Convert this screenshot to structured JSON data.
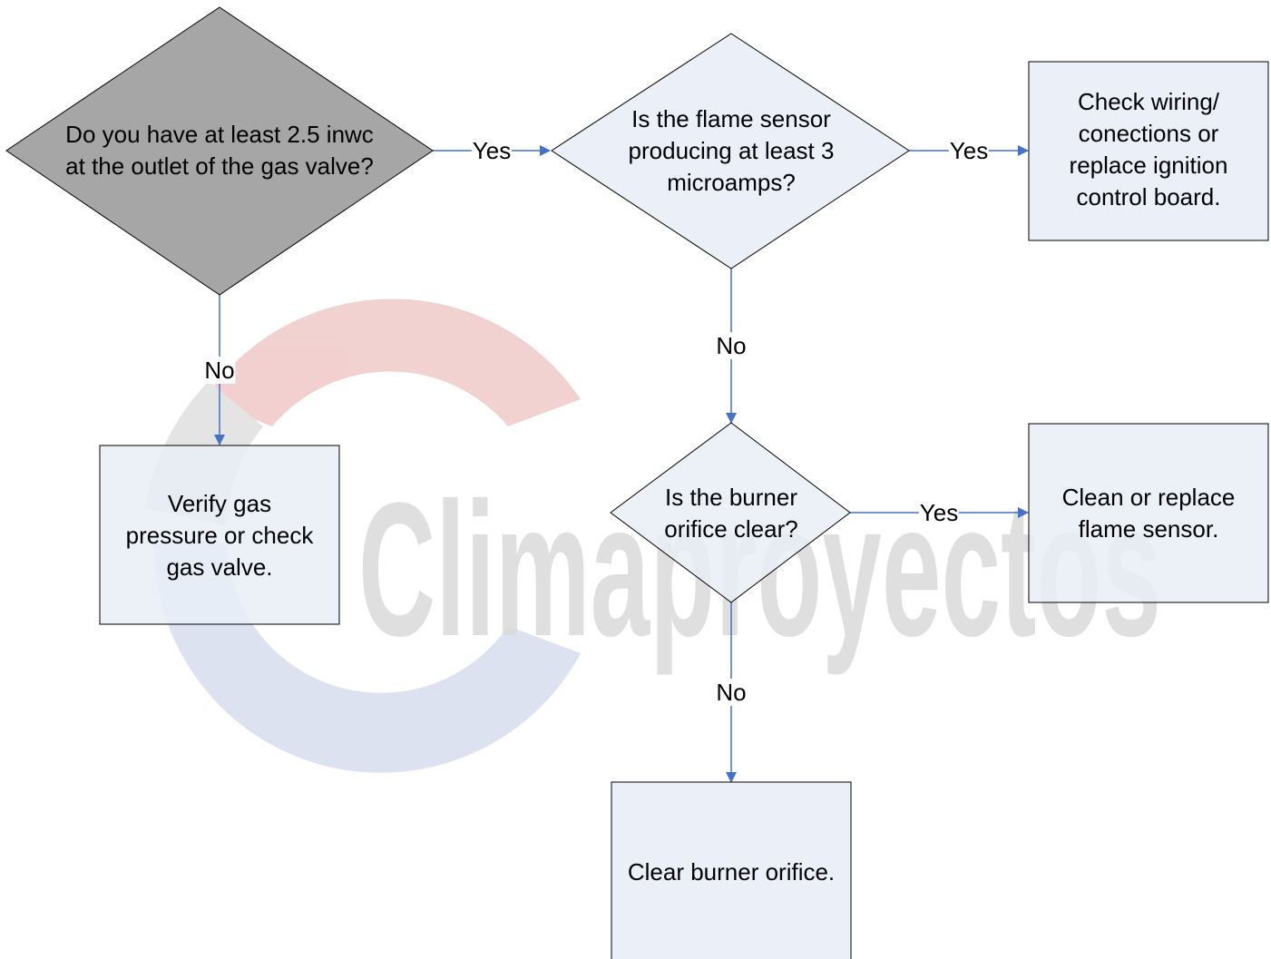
{
  "watermark": {
    "text": "Climaproyectos"
  },
  "nodes": {
    "q_gas_pressure": {
      "label": "Do you have at least 2.5 inwc at the outlet of the gas valve?"
    },
    "q_flame_sensor": {
      "label": "Is the flame sensor producing at least 3 microamps?"
    },
    "a_check_wiring": {
      "label": "Check wiring/ conections or replace ignition control board."
    },
    "a_verify_gas": {
      "label": "Verify gas pressure or check gas valve."
    },
    "q_burner_orifice": {
      "label": "Is the burner orifice clear?"
    },
    "a_clean_sensor": {
      "label": "Clean or replace flame sensor."
    },
    "a_clear_orifice": {
      "label": "Clear burner orifice."
    }
  },
  "edges": [
    {
      "from": "q_gas_pressure",
      "to": "q_flame_sensor",
      "label": "Yes"
    },
    {
      "from": "q_gas_pressure",
      "to": "a_verify_gas",
      "label": "No"
    },
    {
      "from": "q_flame_sensor",
      "to": "a_check_wiring",
      "label": "Yes"
    },
    {
      "from": "q_flame_sensor",
      "to": "q_burner_orifice",
      "label": "No"
    },
    {
      "from": "q_burner_orifice",
      "to": "a_clean_sensor",
      "label": "Yes"
    },
    {
      "from": "q_burner_orifice",
      "to": "a_clear_orifice",
      "label": "No"
    }
  ],
  "colors": {
    "process_fill": "#e9eef7",
    "decision_fill": "#e9eef7",
    "start_decision_fill": "#a6a6a6",
    "stroke": "#000000",
    "connector": "#4472c4",
    "watermark_gray": "#d8d8d8",
    "watermark_red": "#f2c4c4",
    "watermark_blue": "#d6dcec"
  }
}
